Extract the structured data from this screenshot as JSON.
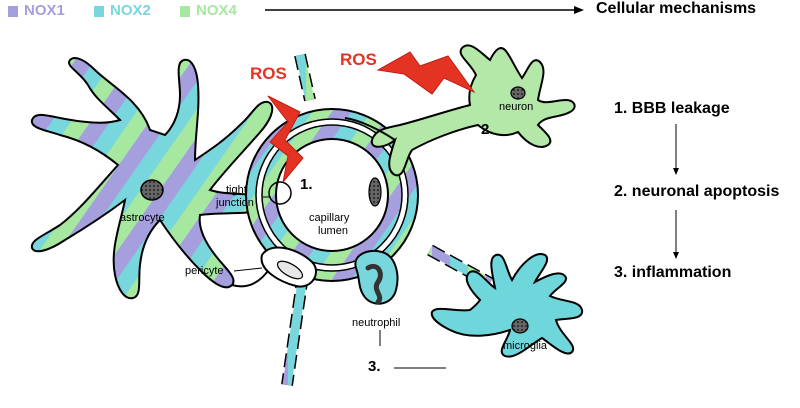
{
  "legend": [
    {
      "label": "NOX1",
      "color": "#a59fde"
    },
    {
      "label": "NOX2",
      "color": "#78d6dd"
    },
    {
      "label": "NOX4",
      "color": "#a6e8a0"
    }
  ],
  "header": {
    "title": "Cellular mechanisms"
  },
  "ros": [
    "ROS",
    "ROS"
  ],
  "labels": {
    "astrocyte": "astrocyte",
    "tight_junction": [
      "tight",
      "junction"
    ],
    "capillary_lumen": [
      "capillary",
      "lumen"
    ],
    "pericyte": "pericyte",
    "neutrophil": "neutrophil",
    "neuron": "neuron",
    "microglia": "microglia"
  },
  "markers": {
    "m1": "1.",
    "m2": "2.",
    "m3": "3."
  },
  "mechanisms": [
    "1.  BBB leakage",
    "2.  neuronal apoptosis",
    "3.  inflammation"
  ],
  "colors": {
    "nox1": "#a59fde",
    "nox2": "#78d6dd",
    "nox4": "#a6e8a0",
    "ros": "#e53323",
    "neuron": "#b4e8a8",
    "microglia": "#6fd6dc"
  }
}
